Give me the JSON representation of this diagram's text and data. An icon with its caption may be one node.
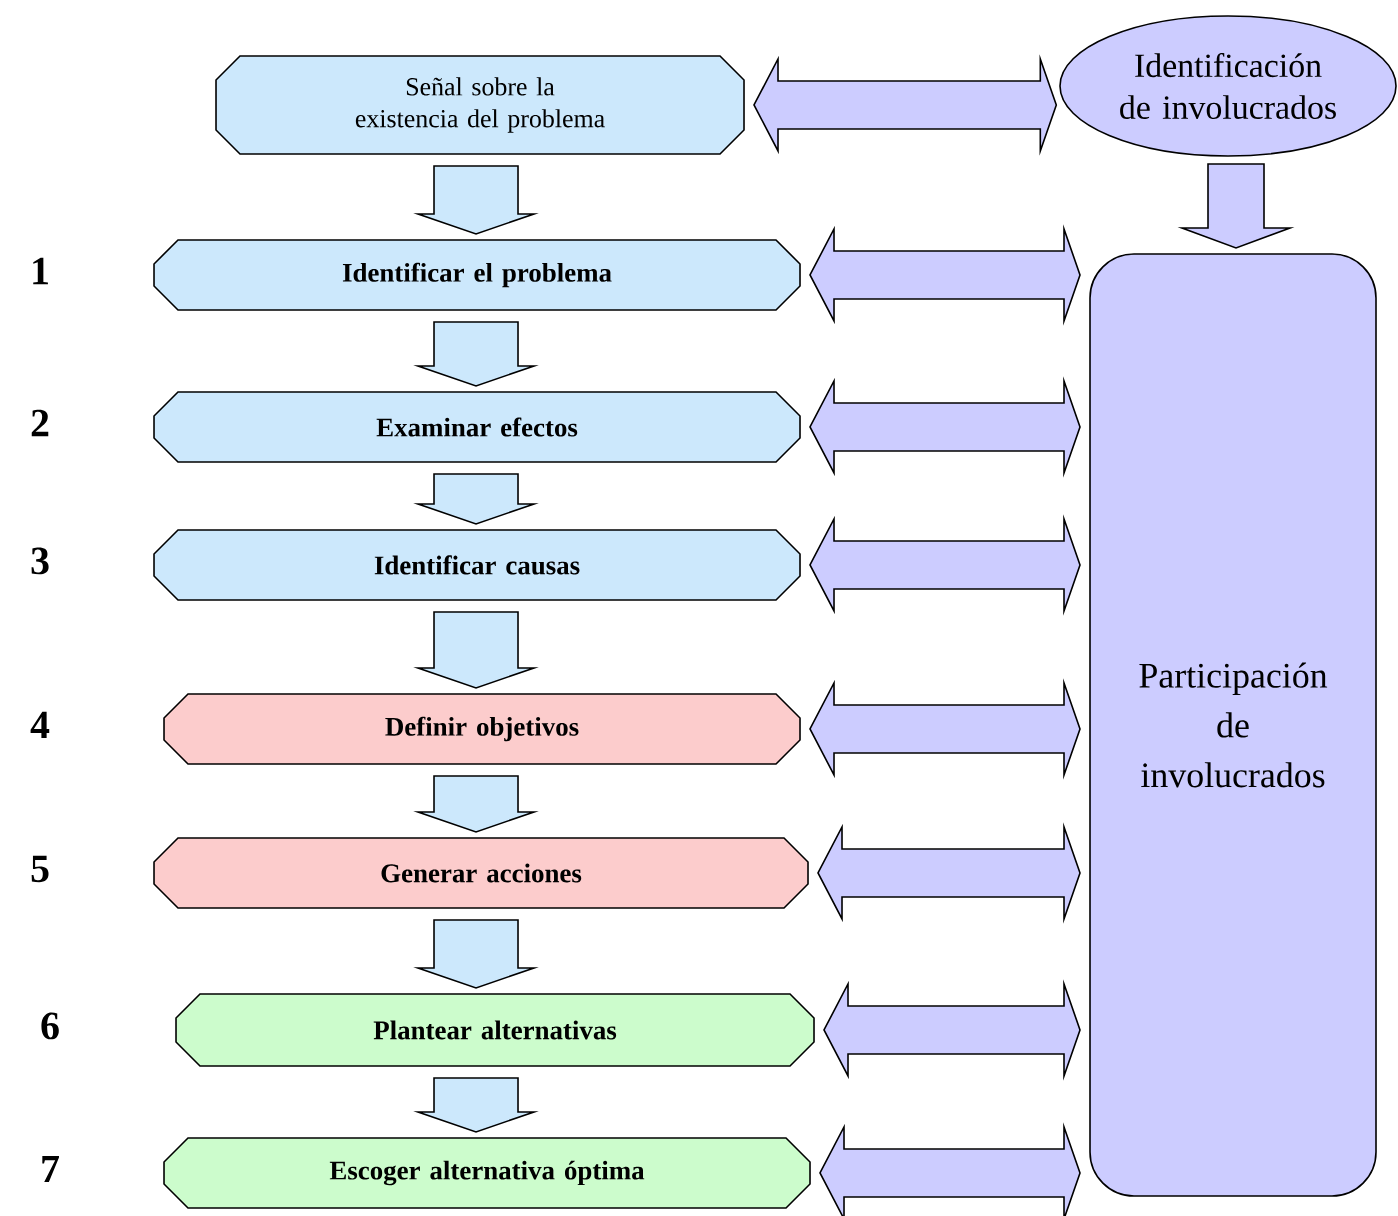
{
  "diagram": {
    "nodes": [
      {
        "text": [
          "Señal sobre la existencia del  problema"
        ]
      },
      {
        "text": [
          "Identificar el problema"
        ],
        "beside": [
          "1"
        ]
      },
      {
        "text": [
          "Examinar efectos"
        ],
        "beside": [
          "2"
        ]
      },
      {
        "text": [
          "Identificar causas"
        ],
        "beside": [
          "3"
        ]
      },
      {
        "text": [
          "Definir objetivos"
        ],
        "beside": [
          "4"
        ]
      },
      {
        "text": [
          "Generar acciones"
        ],
        "beside": [
          "5"
        ]
      },
      {
        "text": [
          "Plantear alternativas"
        ],
        "beside": [
          "6"
        ]
      },
      {
        "text": [
          "Escoger alternativa óptima"
        ],
        "beside": [
          "7"
        ]
      },
      {
        "text": [
          "Identificación de involucrados"
        ]
      },
      {
        "text": [
          "Participación de involucrados"
        ]
      }
    ],
    "edges": [
      {
        "from": 0,
        "to": 1,
        "arrow": "to",
        "color": "#cce8fc"
      },
      {
        "from": 1,
        "to": 2,
        "arrow": "to",
        "color": "#cce8fc"
      },
      {
        "from": 2,
        "to": 3,
        "arrow": "to",
        "color": "#cce8fc"
      },
      {
        "from": 3,
        "to": 4,
        "arrow": "to",
        "color": "#cce8fc"
      },
      {
        "from": 4,
        "to": 5,
        "arrow": "to",
        "color": "#cce8fc"
      },
      {
        "from": 5,
        "to": 6,
        "arrow": "to",
        "color": "#cce8fc"
      },
      {
        "from": 6,
        "to": 7,
        "arrow": "to",
        "color": "#cce8fc"
      },
      {
        "from": 8,
        "to": 9,
        "arrow": "to"
      },
      {
        "from": 0,
        "to": 8,
        "arrow": "both"
      },
      {
        "from": 1,
        "to": 9,
        "arrow": "both"
      },
      {
        "from": 2,
        "to": 9,
        "arrow": "both"
      },
      {
        "from": 3,
        "to": 9,
        "arrow": "both"
      },
      {
        "from": 4,
        "to": 9,
        "arrow": "both"
      },
      {
        "from": 5,
        "to": 9,
        "arrow": "both"
      },
      {
        "from": 6,
        "to": 9,
        "arrow": "both"
      },
      {
        "from": 7,
        "to": 9,
        "arrow": "both"
      }
    ]
  }
}
